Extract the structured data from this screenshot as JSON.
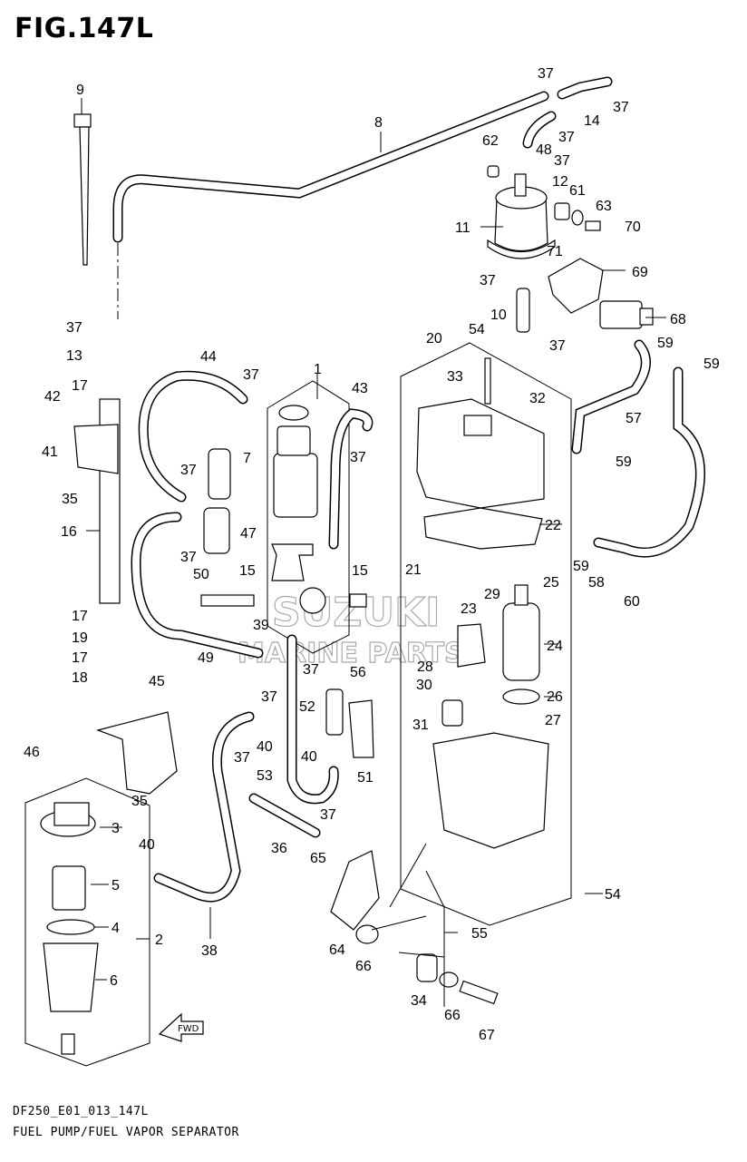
{
  "figure": {
    "title": "FIG.147L",
    "footer_code": "DF250_E01_013_147L",
    "caption": "FUEL PUMP/FUEL VAPOR SEPARATOR",
    "forward_marker": "FWD",
    "watermark_top": "SUZUKI",
    "watermark_bottom": "MARINE PARTS"
  },
  "callouts": {
    "c9": "9",
    "c8": "8",
    "c37a": "37",
    "c37b": "37",
    "c14": "14",
    "c37c": "37",
    "c48": "48",
    "c62": "62",
    "c37d": "37",
    "c12": "12",
    "c61": "61",
    "c63": "63",
    "c11": "11",
    "c70": "70",
    "c71": "71",
    "c69": "69",
    "c37e": "37",
    "c10": "10",
    "c68": "68",
    "c54a": "54",
    "c37f": "37",
    "c20": "20",
    "c59a": "59",
    "c59b": "59",
    "c37g": "37",
    "c13": "13",
    "c44": "44",
    "c1": "1",
    "c43": "43",
    "c37h": "37",
    "c33": "33",
    "c17a": "17",
    "c42": "42",
    "c32": "32",
    "c57": "57",
    "c41": "41",
    "c37i": "37",
    "c7": "7",
    "c37j": "37",
    "c59c": "59",
    "c35a": "35",
    "c16": "16",
    "c47": "47",
    "c22": "22",
    "c37k": "37",
    "c59d": "59",
    "c58": "58",
    "c60": "60",
    "c50": "50",
    "c15a": "15",
    "c15b": "15",
    "c21": "21",
    "c25": "25",
    "c29": "29",
    "c23": "23",
    "c17b": "17",
    "c39": "39",
    "c19": "19",
    "c24": "24",
    "c49": "49",
    "c17c": "17",
    "c28": "28",
    "c37l": "37",
    "c56": "56",
    "c18": "18",
    "c30": "30",
    "c45": "45",
    "c37m": "37",
    "c52": "52",
    "c26": "26",
    "c40a": "40",
    "c31": "31",
    "c27": "27",
    "c46": "46",
    "c37n": "37",
    "c40b": "40",
    "c51": "51",
    "c53": "53",
    "c35b": "35",
    "c3": "3",
    "c37o": "37",
    "c36": "36",
    "c40c": "40",
    "c65": "65",
    "c5": "5",
    "c54b": "54",
    "c2": "2",
    "c4": "4",
    "c55": "55",
    "c64": "64",
    "c66a": "66",
    "c38": "38",
    "c6": "6",
    "c34": "34",
    "c66b": "66",
    "c67": "67"
  }
}
